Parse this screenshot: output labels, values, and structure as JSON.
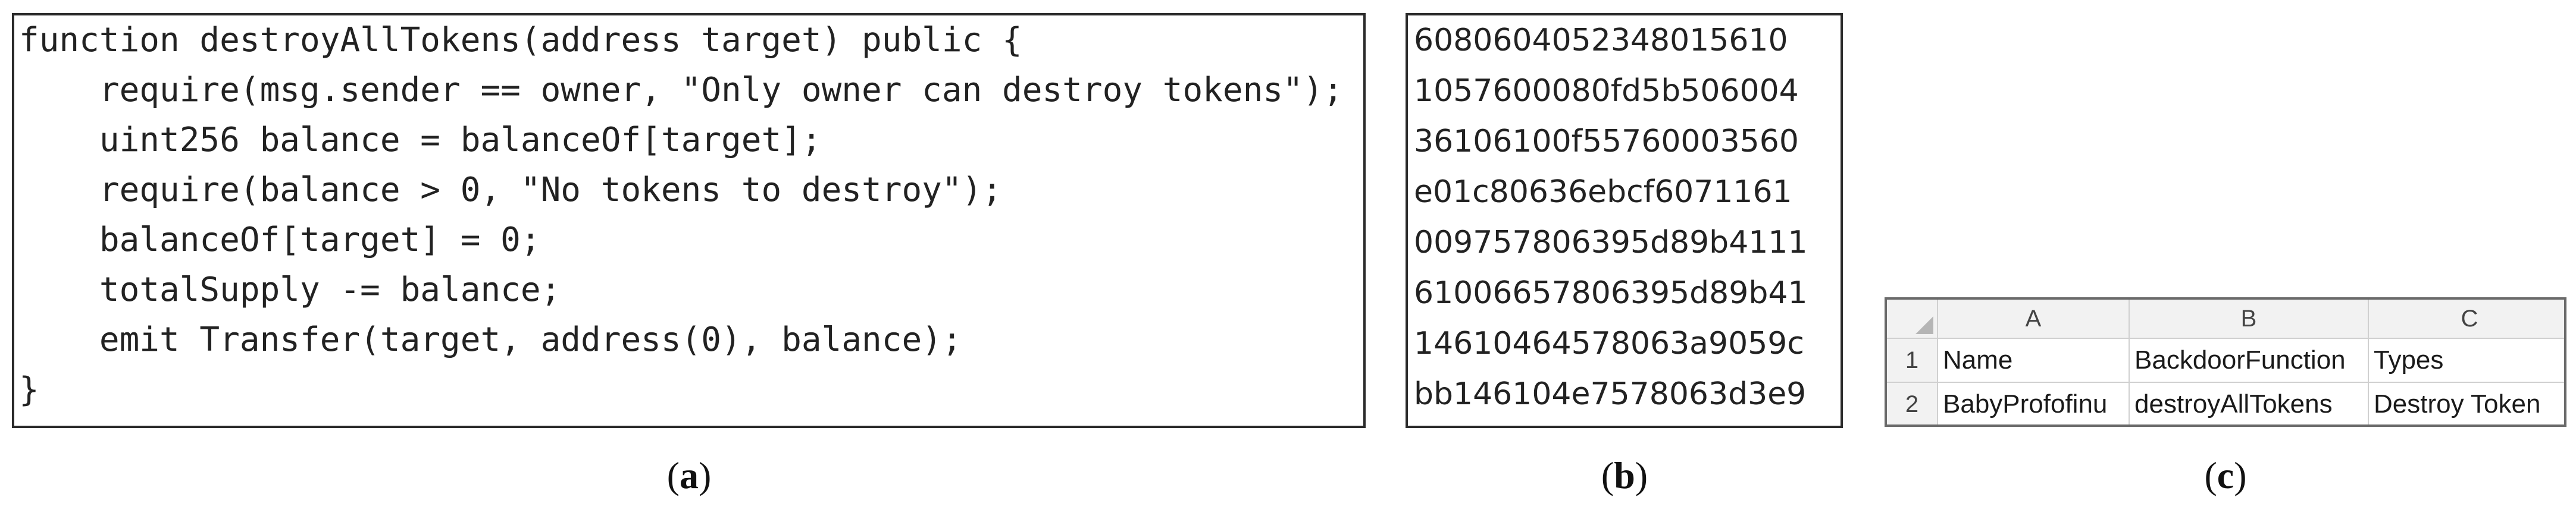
{
  "panel_a": {
    "code_lines": [
      "function destroyAllTokens(address target) public {",
      "    require(msg.sender == owner, \"Only owner can destroy tokens\");",
      "    uint256 balance = balanceOf[target];",
      "    require(balance > 0, \"No tokens to destroy\");",
      "    balanceOf[target] = 0;",
      "    totalSupply -= balance;",
      "    emit Transfer(target, address(0), balance);",
      "}"
    ],
    "caption_open": "(",
    "caption_letter": "a",
    "caption_close": ")"
  },
  "panel_b": {
    "bytecode_lines": [
      "6080604052348015610",
      "1057600080fd5b506004",
      "36106100f55760003560",
      "e01c80636ebcf6071161",
      "009757806395d89b4111",
      "61006657806395d89b41",
      "14610464578063a9059c",
      "bb146104e7578063d3e9"
    ],
    "caption_open": "(",
    "caption_letter": "b",
    "caption_close": ")"
  },
  "panel_c": {
    "column_headers": [
      "A",
      "B",
      "C"
    ],
    "row_numbers": [
      "1",
      "2"
    ],
    "rows": [
      [
        "Name",
        "BackdoorFunction",
        "Types"
      ],
      [
        "BabyProfofinu",
        "destroyAllTokens",
        "Destroy Token"
      ]
    ],
    "caption_open": "(",
    "caption_letter": "c",
    "caption_close": ")"
  }
}
